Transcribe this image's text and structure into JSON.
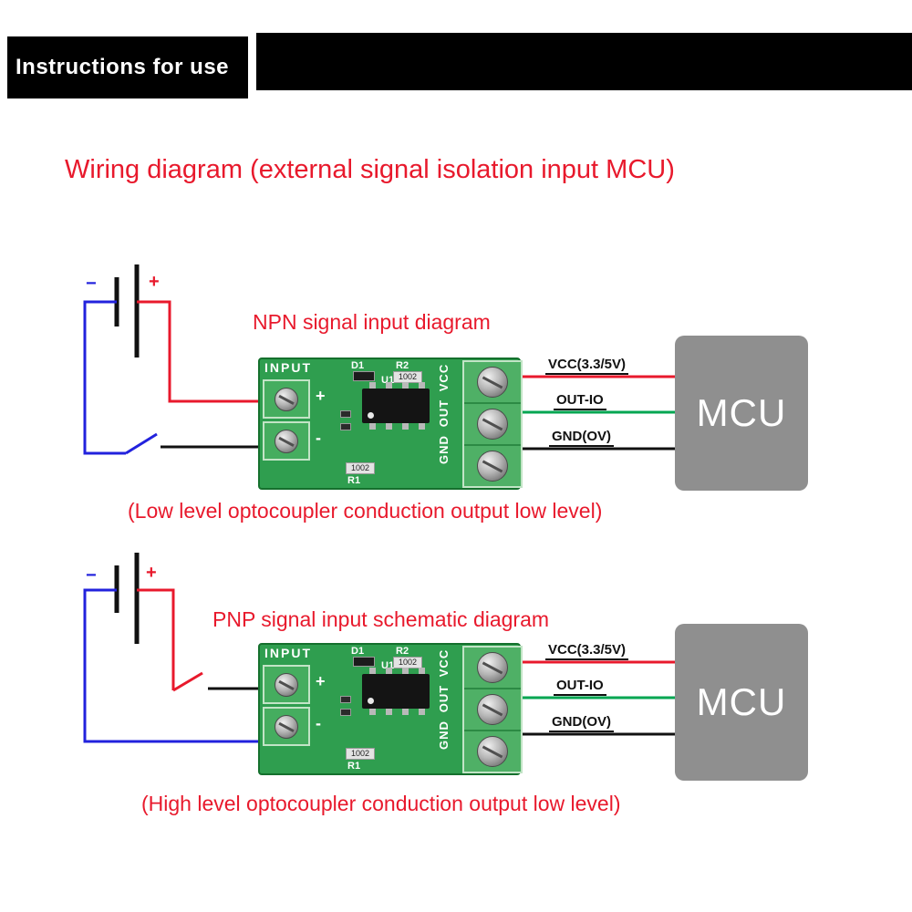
{
  "header": {
    "ribbon_label": "Instructions for use"
  },
  "title": "Wiring diagram (external signal isolation input MCU)",
  "colors": {
    "accent_red": "#e8192c",
    "wire_red": "#e8192c",
    "wire_blue": "#2222dd",
    "wire_green": "#00a651",
    "wire_black": "#111111",
    "pcb_green": "#2f9e4f",
    "terminal_green": "#4fb066",
    "mcu_gray": "#8f8f8f"
  },
  "battery": {
    "plus_label": "+",
    "minus_label": "−"
  },
  "module": {
    "silkscreen_input": "INPUT",
    "plus_mark": "+",
    "minus_mark": "-",
    "ic_ref": "U1",
    "diode_ref": "D1",
    "resistor2_ref": "R2",
    "resistor1_ref": "R1",
    "resistor_code": "1002",
    "pin_labels": [
      "VCC",
      "OUT",
      "GND"
    ]
  },
  "npn_diagram": {
    "heading": "NPN signal input diagram",
    "wire_labels": [
      "VCC(3.3/5V)",
      "OUT-IO",
      "GND(OV)"
    ],
    "mcu_label": "MCU",
    "caption": "(Low level optocoupler conduction output low level)"
  },
  "pnp_diagram": {
    "heading": "PNP signal input schematic diagram",
    "wire_labels": [
      "VCC(3.3/5V)",
      "OUT-IO",
      "GND(OV)"
    ],
    "mcu_label": "MCU",
    "caption": "(High level optocoupler conduction output low level)"
  }
}
